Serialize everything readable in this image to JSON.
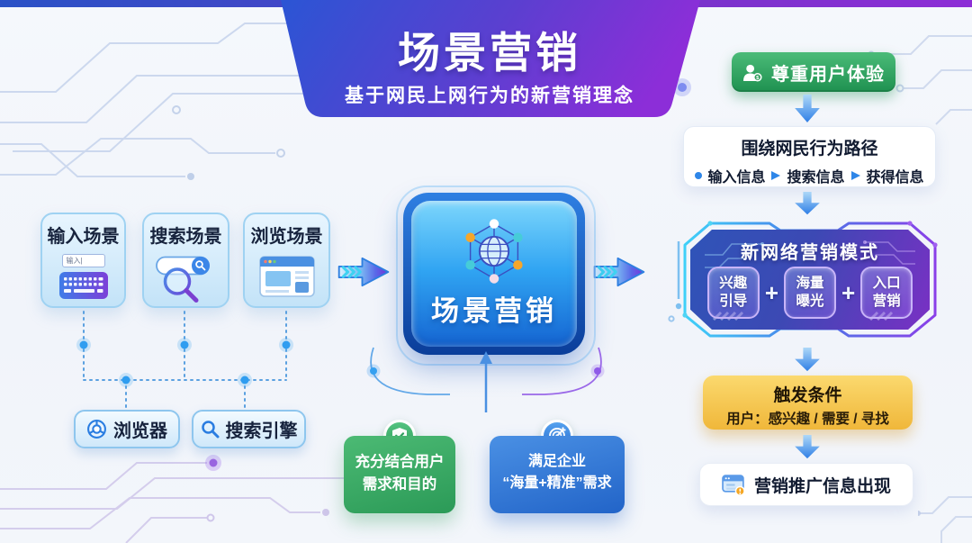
{
  "poster": {
    "title": "场景营销",
    "subtitle": "基于网民上网行为的新营销理念"
  },
  "scenarios": {
    "cards": [
      {
        "label": "输入场景",
        "icon": "keyboard-input-icon",
        "input_text": "输入|"
      },
      {
        "label": "搜索场景",
        "icon": "search-bar-icon"
      },
      {
        "label": "浏览场景",
        "icon": "browser-window-icon"
      }
    ],
    "tools": [
      {
        "label": "浏览器",
        "icon": "chrome-browser-icon"
      },
      {
        "label": "搜索引擎",
        "icon": "magnifier-icon"
      }
    ]
  },
  "center": {
    "label": "场景营销",
    "icon": "network-globe-icon"
  },
  "benefits": [
    {
      "line1": "充分结合用户",
      "line2": "需求和目的",
      "icon": "shield-check-icon",
      "color": "#35a95f"
    },
    {
      "line1": "满足企业",
      "line2": "“海量+精准”需求",
      "icon": "target-arrow-icon",
      "color": "#2f7ad6"
    }
  ],
  "flow": {
    "experience_badge": {
      "label": "尊重用户体验",
      "icon": "user-icon",
      "color": "#2fa05c"
    },
    "path_card": {
      "title": "围绕网民行为路径",
      "steps": [
        "输入信息",
        "搜索信息",
        "获得信息"
      ]
    },
    "model_panel": {
      "title": "新网络营销模式",
      "items": [
        "兴趣引导",
        "海量曝光",
        "入口营销"
      ],
      "plus": "+"
    },
    "trigger_card": {
      "title": "触发条件",
      "subtitle": "用户：感兴趣 / 需要 / 寻找"
    },
    "result_card": {
      "label": "营销推广信息出现",
      "icon": "ad-window-icon"
    }
  },
  "colors": {
    "banner_gradient": [
      "#2b55d4",
      "#8c2ed8"
    ],
    "accent_blue": "#2e7fe8",
    "accent_purple": "#7a2fd8",
    "panel_gradient": [
      "#2f54b8",
      "#7a30c4"
    ],
    "trigger_yellow": "#f5c64f"
  }
}
